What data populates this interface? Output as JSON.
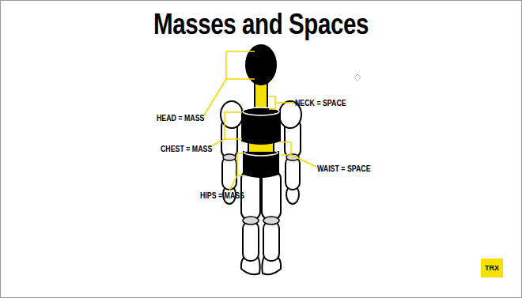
{
  "diagram": {
    "title": "Masses and Spaces",
    "labels": [
      "HEAD = MASS",
      "NECK = SPACE",
      "CHEST = MASS",
      "WAIST = SPACE",
      "HIPS = MASS",
      "TRX"
    ]
  }
}
